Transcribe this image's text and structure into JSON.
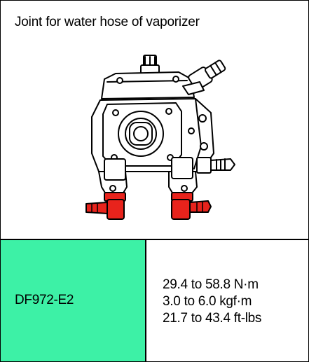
{
  "title": "Joint for water hose of vaporizer",
  "figure": {
    "subject": "vaporizer illustration",
    "highlight_color": "#e8231c"
  },
  "part_number": "DF972-E2",
  "part_cell_color": "#3df1a6",
  "torque": [
    "29.4 to 58.8 N·m",
    "3.0 to 6.0 kgf·m",
    "21.7 to 43.4 ft-lbs"
  ]
}
